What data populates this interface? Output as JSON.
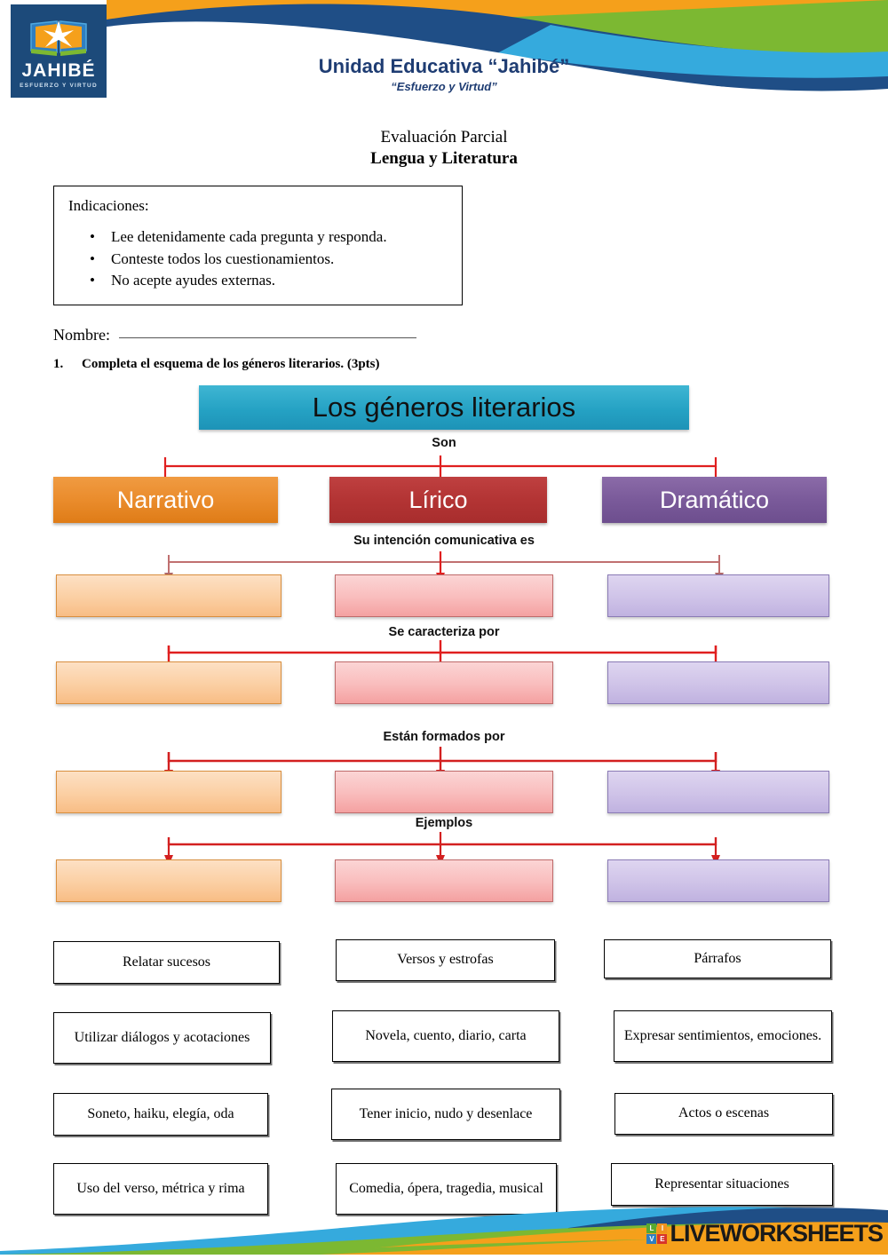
{
  "header": {
    "logo": {
      "word": "JAHIBÉ",
      "sub": "ESFUERZO Y VIRTUD",
      "icon": "open-book-icon"
    },
    "school_title": "Unidad Educativa “Jahibé”",
    "school_motto": "“Esfuerzo y Virtud”",
    "colors": {
      "orange": "#f5a01b",
      "green": "#7cb832",
      "dark_blue": "#1f4e86",
      "cyan": "#35aadd",
      "logo_bg": "#1c4a7a"
    }
  },
  "exam": {
    "line1": "Evaluación Parcial",
    "line2": "Lengua y Literatura"
  },
  "instructions": {
    "title": "Indicaciones:",
    "items": [
      "Lee detenidamente cada pregunta y responda.",
      "Conteste todos los cuestionamientos.",
      "No acepte ayudes externas."
    ]
  },
  "name_field": {
    "label": "Nombre:",
    "value": ""
  },
  "question1": {
    "number": "1.",
    "text": "Completa el esquema de los géneros literarios. (3pts)"
  },
  "diagram": {
    "title": "Los géneros literarios",
    "title_color": "#25a2c4",
    "genres": [
      {
        "label": "Narrativo",
        "color": "#ea8c2c"
      },
      {
        "label": "Lírico",
        "color": "#b33434"
      },
      {
        "label": "Dramático",
        "color": "#7a5a9a"
      }
    ],
    "connector_labels": [
      "Son",
      "Su intención comunicativa es",
      "Se caracteriza por",
      "Están formados por",
      "Ejemplos"
    ],
    "blank_rows": [
      {
        "row": "intencion",
        "cells": [
          "",
          "",
          ""
        ]
      },
      {
        "row": "caracteriza",
        "cells": [
          "",
          "",
          ""
        ]
      },
      {
        "row": "formados",
        "cells": [
          "",
          "",
          ""
        ]
      },
      {
        "row": "ejemplos",
        "cells": [
          "",
          "",
          ""
        ]
      }
    ]
  },
  "answer_bank": {
    "rows": [
      [
        "Relatar sucesos",
        "Versos y estrofas",
        "Párrafos"
      ],
      [
        "Utilizar diálogos y acotaciones",
        "Novela, cuento, diario, carta",
        "Expresar sentimientos, emociones."
      ],
      [
        "Soneto, haiku, elegía, oda",
        "Tener inicio, nudo y desenlace",
        "Actos o escenas"
      ],
      [
        "Uso del verso, métrica y rima",
        "Comedia, ópera, tragedia, musical",
        "Representar situaciones"
      ]
    ]
  },
  "footer": {
    "brand": "LIVEWORKSHEETS",
    "cube_letters": [
      "L",
      "I",
      "V",
      "E"
    ]
  }
}
